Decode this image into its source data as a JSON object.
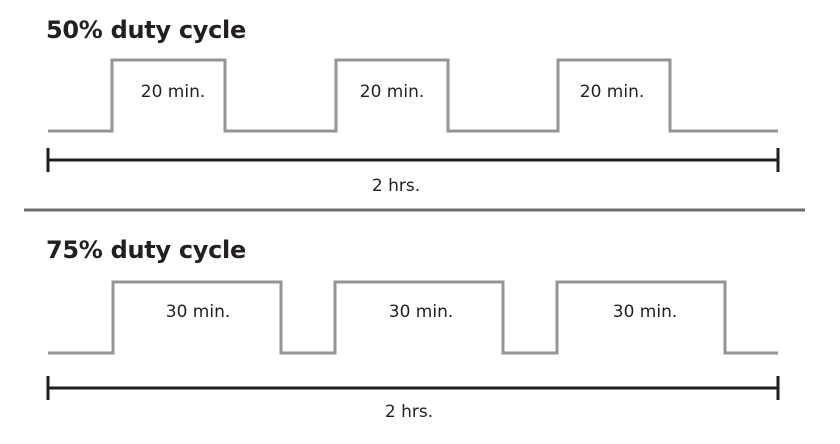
{
  "panels": [
    {
      "title": "50% duty cycle",
      "duty_cycle_percent": 50,
      "pulses": [
        {
          "label": "20 min."
        },
        {
          "label": "20 min."
        },
        {
          "label": "20 min."
        }
      ],
      "span_label": "2 hrs."
    },
    {
      "title": "75% duty cycle",
      "duty_cycle_percent": 75,
      "pulses": [
        {
          "label": "30 min."
        },
        {
          "label": "30 min."
        },
        {
          "label": "30 min."
        }
      ],
      "span_label": "2 hrs."
    }
  ],
  "colors": {
    "waveform": "#939598",
    "timeline": "#231f20",
    "divider": "#6d6e71",
    "text": "#231f20"
  }
}
